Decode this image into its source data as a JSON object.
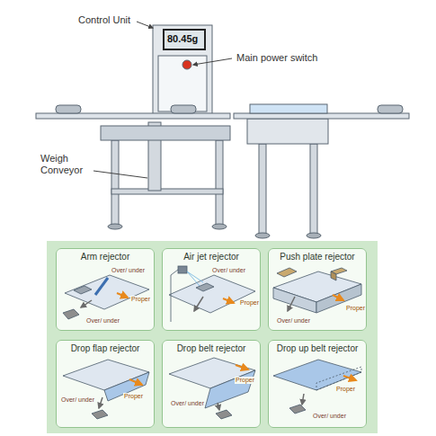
{
  "diagram": {
    "nodes": [
      {
        "text": [
          "Arm rejector",
          "Over/ under",
          "Proper",
          "Over/ under"
        ]
      },
      {
        "text": [
          "Air jet rejector",
          "Over/ under",
          "Proper"
        ]
      },
      {
        "text": [
          "Push plate rejector",
          "Proper",
          "Over/ under"
        ]
      },
      {
        "text": [
          "Drop flap rejector",
          "Over/ under",
          "Proper"
        ]
      },
      {
        "text": [
          "Drop belt rejector",
          "Proper",
          "Over/ under"
        ]
      },
      {
        "text": [
          "Drop up belt rejector",
          "Proper",
          "Over/ under"
        ]
      }
    ],
    "labels": [
      "Control Unit",
      "80.45g",
      "Main power switch",
      "Weigh Conveyor"
    ]
  }
}
